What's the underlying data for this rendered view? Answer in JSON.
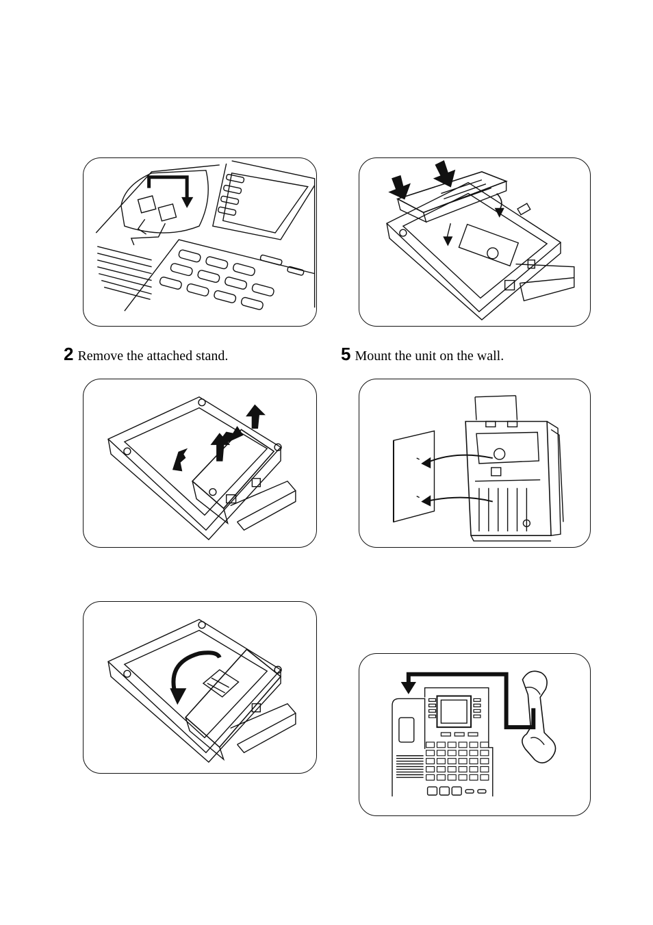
{
  "steps": {
    "step2": {
      "number": "2",
      "text": "Remove the attached stand."
    },
    "step5": {
      "number": "5",
      "text": "Mount the unit on the wall."
    }
  },
  "illustrations": {
    "panel1": {
      "icon": "telephone-keypad-cord-illustration"
    },
    "panel2": {
      "icon": "remove-stand-illustration"
    },
    "panel3": {
      "icon": "flip-stand-illustration"
    },
    "panel4": {
      "icon": "attach-stand-illustration"
    },
    "panel5": {
      "icon": "wall-mount-illustration"
    },
    "panel6": {
      "icon": "hang-handset-illustration"
    }
  },
  "colors": {
    "ink": "#000000",
    "paper": "#ffffff"
  }
}
